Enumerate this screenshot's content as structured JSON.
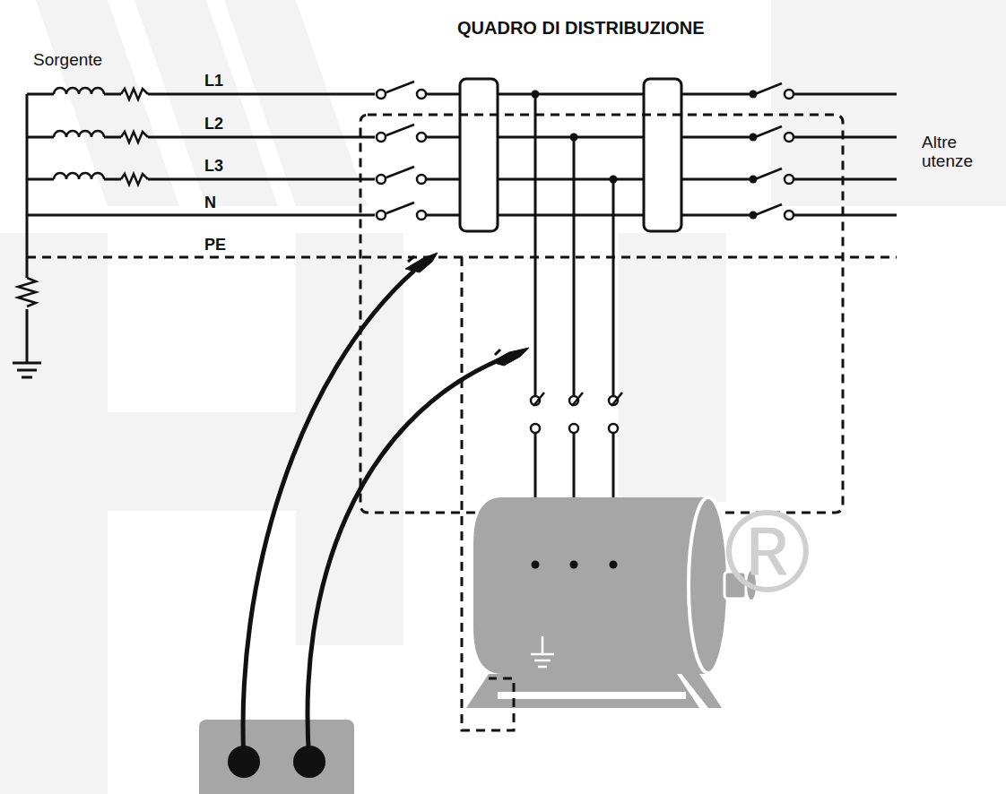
{
  "diagram": {
    "title": "QUADRO DI DISTRIBUZIONE",
    "labels": [
      "Sorgente",
      "L1",
      "L2",
      "L3",
      "N",
      "PE",
      "Altre utenze",
      "®"
    ]
  }
}
